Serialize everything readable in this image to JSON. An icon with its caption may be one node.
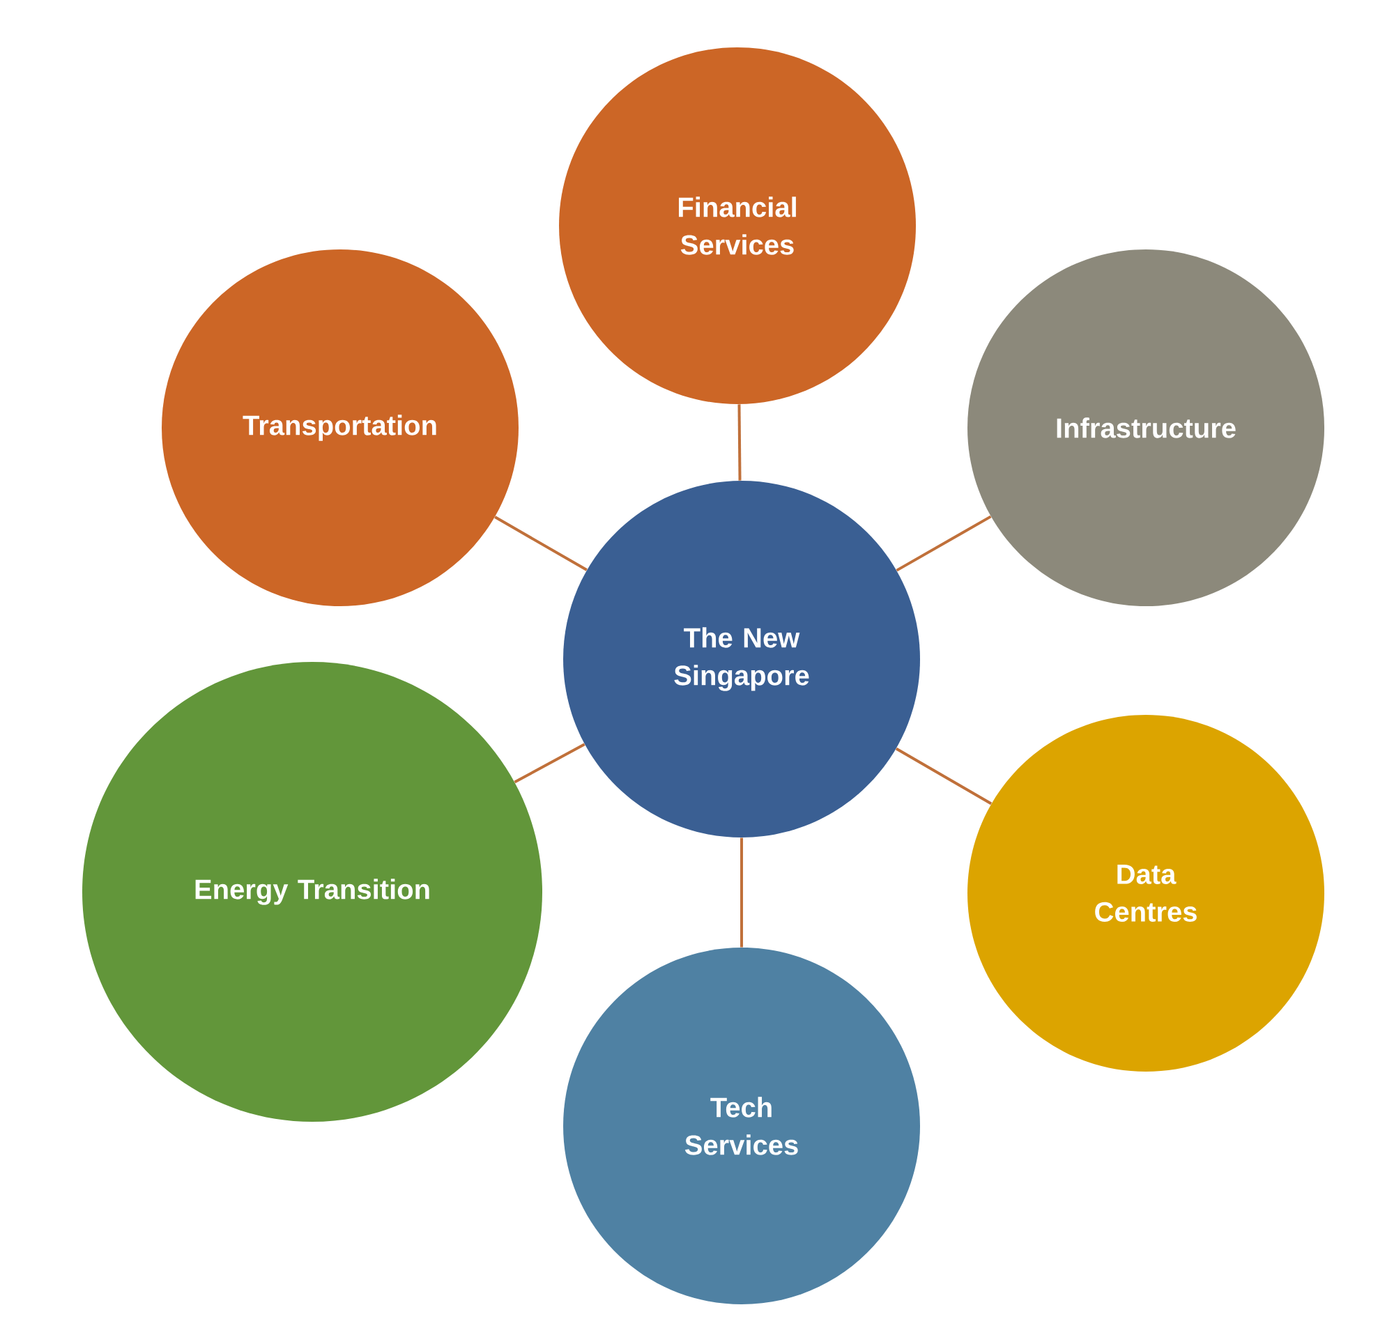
{
  "diagram": {
    "nodes": [
      {
        "text": [
          "The New Singapore"
        ]
      },
      {
        "text": [
          "Financial Services"
        ]
      },
      {
        "text": [
          "Transportation"
        ]
      },
      {
        "text": [
          "Infrastructure"
        ]
      },
      {
        "text": [
          "Energy Transition"
        ]
      },
      {
        "text": [
          "Data Centres"
        ]
      },
      {
        "text": [
          "Tech Services"
        ]
      }
    ],
    "edges": [
      {
        "from": 0,
        "to": 1,
        "arrow": "none"
      },
      {
        "from": 0,
        "to": 2,
        "arrow": "none"
      },
      {
        "from": 0,
        "to": 3,
        "arrow": "none"
      },
      {
        "from": 0,
        "to": 4,
        "arrow": "none"
      },
      {
        "from": 0,
        "to": 5,
        "arrow": "none"
      },
      {
        "from": 0,
        "to": 6,
        "arrow": "none"
      }
    ]
  }
}
